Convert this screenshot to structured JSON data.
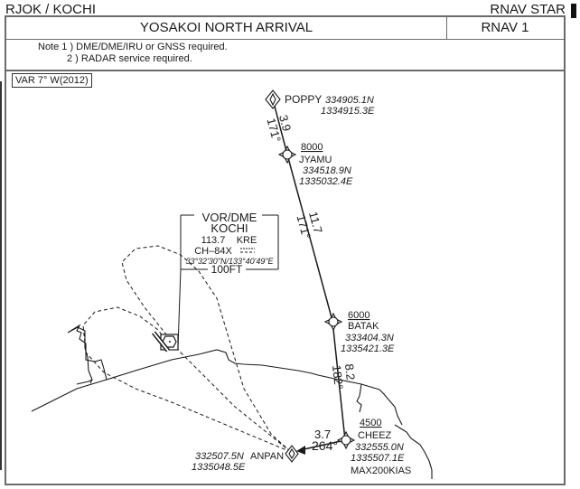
{
  "header": {
    "airport": "RJOK / KOCHI",
    "chart_type": "RNAV STAR",
    "procedure_name": "YOSAKOI NORTH ARRIVAL",
    "nav_spec": "RNAV 1"
  },
  "notes": {
    "note1": "Note 1 ) DME/DME/IRU or GNSS required.",
    "note2": "2 ) RADAR service required."
  },
  "variation": "VAR 7° W(2012)",
  "navaid": {
    "type": "VOR/DME",
    "name": "KOCHI",
    "freq": "113.7",
    "ident": "KRE",
    "channel": "CH–84X",
    "coords": "33°32'30\"N/133°40'49\"E",
    "elevation": "100FT"
  },
  "waypoints": [
    {
      "name": "POPPY",
      "lat": "334905.1N",
      "lon": "1334915.3E",
      "altitude": ""
    },
    {
      "name": "JYAMU",
      "lat": "334518.9N",
      "lon": "1335032.4E",
      "altitude": "8000"
    },
    {
      "name": "BATAK",
      "lat": "333404.3N",
      "lon": "1335421.3E",
      "altitude": "6000"
    },
    {
      "name": "CHEEZ",
      "lat": "332555.0N",
      "lon": "1335507.1E",
      "altitude": "4500",
      "speed": "MAX200KIAS"
    },
    {
      "name": "ANPAN",
      "lat": "332507.5N",
      "lon": "1335048.5E",
      "altitude": ""
    }
  ],
  "legs": [
    {
      "from": "POPPY",
      "to": "JYAMU",
      "distance": "3.9",
      "course": "171°"
    },
    {
      "from": "JYAMU",
      "to": "BATAK",
      "distance": "11.7",
      "course": "171°"
    },
    {
      "from": "BATAK",
      "to": "CHEEZ",
      "distance": "8.2",
      "course": "182°"
    },
    {
      "from": "CHEEZ",
      "to": "ANPAN",
      "distance": "3.7",
      "course": "264°"
    }
  ],
  "colors": {
    "ink": "#1a1a1a",
    "frame": "#6b6b6b"
  }
}
